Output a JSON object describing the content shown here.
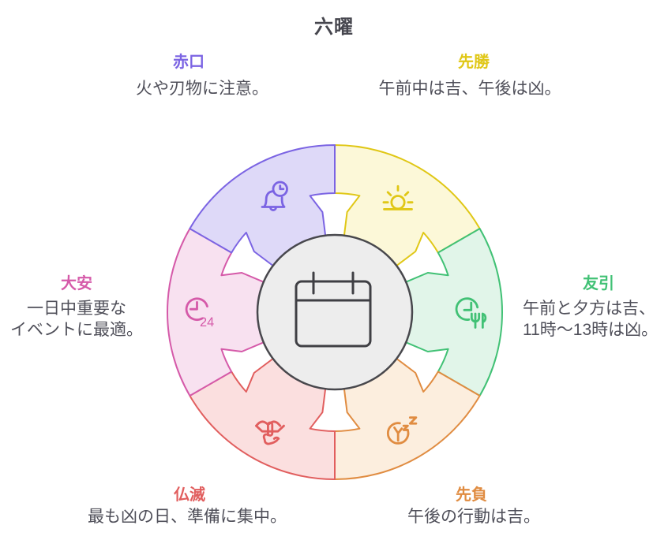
{
  "title": "六曜",
  "text_color": "#4f4f59",
  "center": {
    "icon": "calendar-icon",
    "fill": "#ededed",
    "stroke": "#48484d",
    "icon_stroke": "#3f3f44"
  },
  "segments": [
    {
      "id": "sensho",
      "label": "先勝",
      "description": "午前中は吉、午後は凶。",
      "color": "#e0c716",
      "fill": "#fcf8d8",
      "icon": "sunrise-icon",
      "mid_angle": 30
    },
    {
      "id": "tomobiki",
      "label": "友引",
      "description": "午前と夕方は吉、\n11時〜13時は凶。",
      "color": "#41c175",
      "fill": "#e1f5e9",
      "icon": "lunch-clock-icon",
      "mid_angle": 90
    },
    {
      "id": "senbu",
      "label": "先負",
      "description": "午後の行動は吉。",
      "color": "#e08c41",
      "fill": "#fceede",
      "icon": "snooze-clock-icon",
      "mid_angle": 150
    },
    {
      "id": "butsumetsu",
      "label": "仏滅",
      "description": "最も凶の日、準備に集中。",
      "color": "#e15e5e",
      "fill": "#fbdfdf",
      "icon": "shh-icon",
      "mid_angle": 210
    },
    {
      "id": "taian",
      "label": "大安",
      "description": "一日中重要な\nイベントに最適。",
      "color": "#d55aa9",
      "fill": "#f8e1f0",
      "icon": "24-hour-clock-icon",
      "mid_angle": 270
    },
    {
      "id": "shakko",
      "label": "赤口",
      "description": "火や刃物に注意。",
      "color": "#7b64e3",
      "fill": "#ded9f8",
      "icon": "bell-clock-icon",
      "mid_angle": 330
    }
  ]
}
